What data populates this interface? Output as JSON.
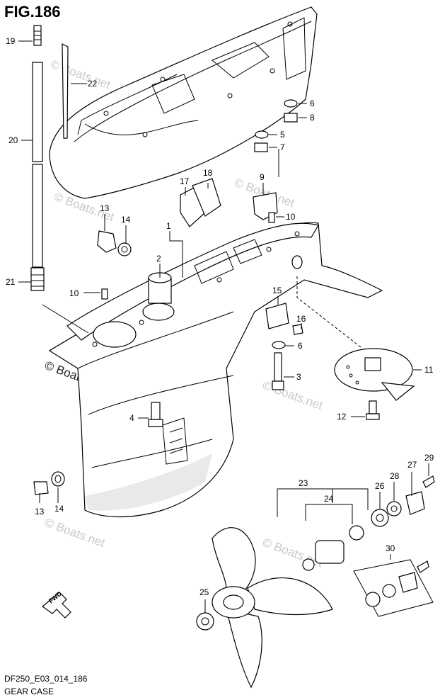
{
  "figure": {
    "title": "FIG.186",
    "code": "DF250_E03_014_186",
    "caption": "GEAR CASE"
  },
  "watermark": {
    "text": "© Boats.net"
  },
  "direction_label": "FWD",
  "callouts": [
    "19",
    "22",
    "20",
    "21",
    "13",
    "14",
    "17",
    "18",
    "9",
    "10",
    "1",
    "2",
    "10",
    "15",
    "16",
    "6",
    "3",
    "4",
    "11",
    "12",
    "6",
    "8",
    "5",
    "7",
    "13",
    "14",
    "23",
    "24",
    "25",
    "26",
    "27",
    "28",
    "29",
    "30"
  ]
}
